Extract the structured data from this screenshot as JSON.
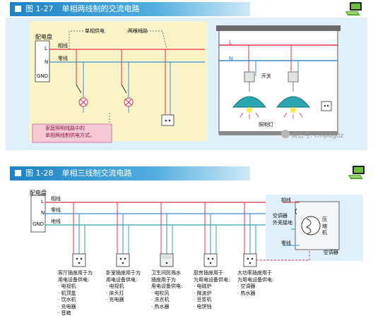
{
  "fig1": {
    "number": "图 1-27",
    "title": "单相两线制的交流电路",
    "panel_label": "配电盘",
    "terminals": [
      "L",
      "N",
      "GND"
    ],
    "line_live": "相线",
    "line_neutral": "零线",
    "callout_single_phase": "单相供电",
    "callout_two_wire": "两根线路",
    "note": "家庭照明线路中的\n单相两线制供电方式。",
    "illus_L": "L",
    "illus_N": "N",
    "switch_label": "开关",
    "lamp_label": "照明灯",
    "watermark": "微信号: cmpdgdz"
  },
  "fig2": {
    "number": "图 1-28",
    "title": "单相三线制交流电路",
    "panel_label": "配电盘",
    "terminals": [
      "L",
      "N",
      "GND"
    ],
    "line_live": "相线",
    "line_neutral": "零线",
    "line_ground": "地线",
    "ac_live": "相线",
    "ac_neutral": "零线",
    "ac_ground": "空调器\n外壳接地",
    "compressor": "压\n缩\n机",
    "ac_name": "空调器",
    "outlets": [
      "客厅插座用于为\n用电设备供电:\n· 电视机\n· 机顶盒\n· 饮水机\n· 充电器\n· 音箱",
      "卧室插座用于为\n用电设备供电:\n· 电视机\n· 床头灯\n· 充电器",
      "卫生间防溅水\n插座用于为\n用电设备供电:\n· 电吹风\n· 洗衣机\n· 热水器",
      "厨房插座用于\n为用电设备供电:\n· 电磁炉\n· 微波炉\n· 豆浆机\n· 电饼铛",
      "大功率插座用于\n为用电设备供电:\n· 空调器\n· 热水器"
    ]
  },
  "colors": {
    "live": "#e0344c",
    "neutral": "#3a8ed0",
    "ground": "#2aa6b0",
    "title": "#1e82c4",
    "panel_bg": "#fbf4c8",
    "note_bg": "#f6c9d6"
  }
}
